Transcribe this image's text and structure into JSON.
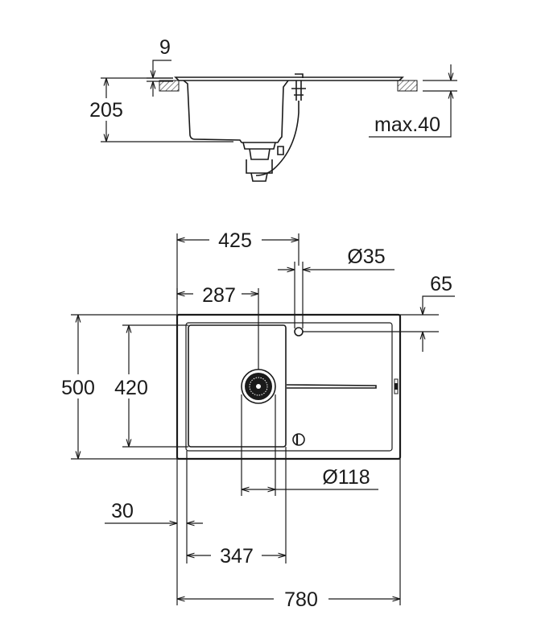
{
  "side_view": {
    "dim_rim": "9",
    "dim_depth": "205",
    "dim_worktop": "max.40"
  },
  "top_view": {
    "dim_tap_offset": "425",
    "dim_tap_hole": "Ø35",
    "dim_drain_offset": "287",
    "dim_tap_edge": "65",
    "dim_width": "500",
    "dim_bowl_width": "420",
    "dim_drain": "Ø118",
    "dim_edge": "30",
    "dim_bowl_length": "347",
    "dim_length": "780"
  },
  "colors": {
    "line": "#1a1a1a",
    "background": "#ffffff"
  }
}
